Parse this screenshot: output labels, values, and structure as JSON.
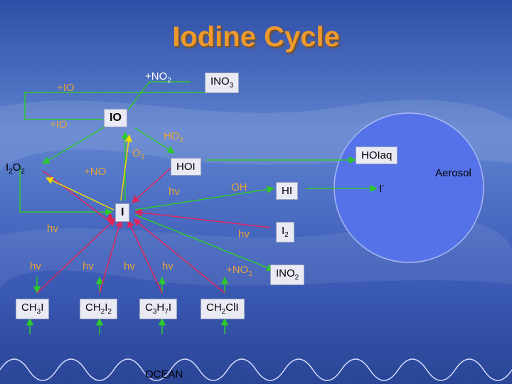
{
  "title": "Iodine Cycle",
  "colors": {
    "background_sky": "#3f63bc",
    "aerosol_fill": "#5672e8",
    "arrow_green": "#2dc82d",
    "arrow_red": "#e0245a",
    "arrow_yellow": "#f0d800",
    "title_color": "#ee9a2c"
  },
  "labels": {
    "plus_io_top": "+IO",
    "plus_no2_top": {
      "base": "+NO",
      "sub": "2"
    },
    "ino3": {
      "base": "INO",
      "sub": "3"
    },
    "plus_io_mid": "+IO",
    "io_box": "IO",
    "ho2": {
      "base": "HO",
      "sub": "2"
    },
    "o3": {
      "base": "O",
      "sub": "3"
    },
    "i2o2": {
      "part1": "I",
      "sub1": "2",
      "part2": "O",
      "sub2": "2"
    },
    "plus_no": "+NO",
    "hoi": "HOI",
    "hoiaq": "HOIaq",
    "aerosol": "Aerosol",
    "hv_center": "hv",
    "oh": "OH",
    "hi": "HI",
    "i_minus": {
      "base": "I",
      "sup": "-"
    },
    "i_box": "I",
    "hv_left": "hv",
    "hv_right": "hv",
    "i2": {
      "base": "I",
      "sub": "2"
    },
    "hv_row1": "hv",
    "hv_row2": "hv",
    "hv_row3": "hv",
    "hv_row4": "hv",
    "plus_no2_bottom": {
      "base": "+NO",
      "sub": "2"
    },
    "ino2": {
      "base": "INO",
      "sub": "2"
    },
    "ch3i": {
      "part1": "CH",
      "sub1": "3",
      "part2": "I"
    },
    "ch2i2": {
      "part1": "CH",
      "sub1": "2",
      "part2": "I",
      "sub2": "2"
    },
    "c3h7i": {
      "part1": "C",
      "sub1": "3",
      "part2": "H",
      "sub2": "7",
      "part3": "I"
    },
    "ch2cli": {
      "part1": "CH",
      "sub1": "2",
      "part2": "ClI"
    },
    "ocean": "OCEAN"
  }
}
